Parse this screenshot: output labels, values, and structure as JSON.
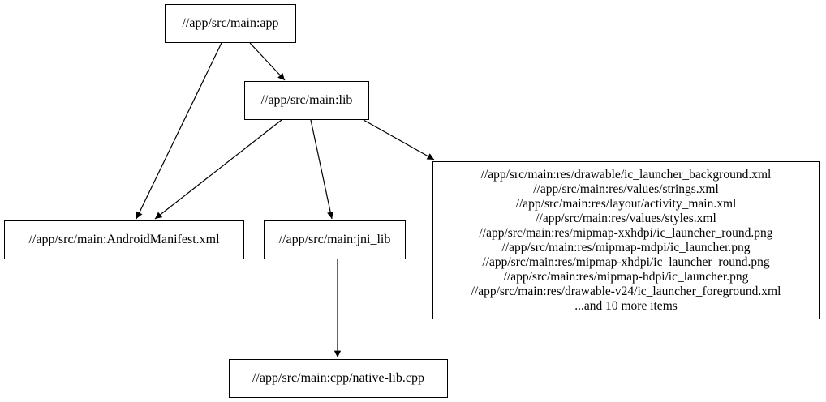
{
  "graph": {
    "description": "Build target dependency graph",
    "background_color": "#ffffff",
    "node_border_color": "#000000",
    "edge_color": "#000000",
    "text_color": "#000000"
  },
  "nodes": {
    "app": {
      "label": "//app/src/main:app"
    },
    "lib": {
      "label": "//app/src/main:lib"
    },
    "android_manifest": {
      "label": "//app/src/main:AndroidManifest.xml"
    },
    "jni_lib": {
      "label": "//app/src/main:jni_lib"
    },
    "resources": {
      "lines": [
        "//app/src/main:res/drawable/ic_launcher_background.xml",
        "//app/src/main:res/values/strings.xml",
        "//app/src/main:res/layout/activity_main.xml",
        "//app/src/main:res/values/styles.xml",
        "//app/src/main:res/mipmap-xxhdpi/ic_launcher_round.png",
        "//app/src/main:res/mipmap-mdpi/ic_launcher.png",
        "//app/src/main:res/mipmap-xhdpi/ic_launcher_round.png",
        "//app/src/main:res/mipmap-hdpi/ic_launcher.png",
        "//app/src/main:res/drawable-v24/ic_launcher_foreground.xml",
        "...and 10 more items"
      ]
    },
    "native_lib_cpp": {
      "label": "//app/src/main:cpp/native-lib.cpp"
    }
  },
  "edges": [
    {
      "from": "app",
      "to": "lib"
    },
    {
      "from": "app",
      "to": "android_manifest"
    },
    {
      "from": "lib",
      "to": "android_manifest"
    },
    {
      "from": "lib",
      "to": "jni_lib"
    },
    {
      "from": "lib",
      "to": "resources"
    },
    {
      "from": "jni_lib",
      "to": "native_lib_cpp"
    }
  ]
}
